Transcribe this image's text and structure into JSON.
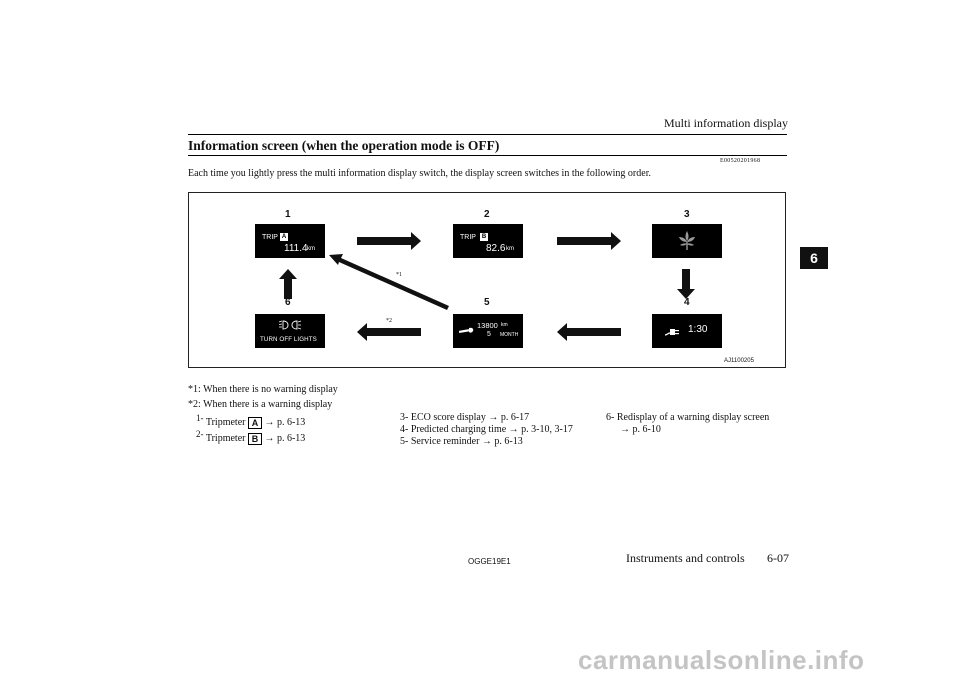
{
  "header": {
    "running_title": "Multi information display"
  },
  "section": {
    "title": "Information screen (when the operation mode is OFF)",
    "ref_code": "E00520201968",
    "intro": "Each time you lightly press the multi information display switch, the display screen switches in the following order."
  },
  "chapter_tab": "6",
  "figure": {
    "code": "AJ1100205",
    "step_numbers": [
      "1",
      "2",
      "3",
      "4",
      "5",
      "6"
    ],
    "arrow_marks": {
      "diagonal": "*1",
      "bottom_left": "*2"
    },
    "screen1": {
      "trip_label": "TRIP",
      "trip_letter": "A",
      "value": "111.4",
      "unit": "km"
    },
    "screen2": {
      "trip_label": "TRIP",
      "trip_letter": "B",
      "value": "82.6",
      "unit": "km"
    },
    "screen3": {
      "icon": "leaf-icon"
    },
    "screen4": {
      "icon": "charging-plug-icon",
      "time": "1:30"
    },
    "screen5": {
      "icon": "wrench-icon",
      "distance": "13800",
      "distance_unit": "km",
      "months": "5",
      "months_unit": "MONTH"
    },
    "screen6": {
      "icon": "headlight-icon",
      "message": "TURN OFF LIGHTS"
    }
  },
  "notes": {
    "n1_mark": "*1",
    "n1_text": ": When there is no warning display",
    "n2_mark": "*2",
    "n2_text": ": When there is a warning display"
  },
  "legend": {
    "item1": {
      "num": "1-",
      "text": "Tripmeter",
      "box": "A",
      "ref": "→ p. 6-13"
    },
    "item2": {
      "num": "2-",
      "text": "Tripmeter",
      "box": "B",
      "ref": "→ p. 6-13"
    },
    "item3": "3- ECO score display → p. 6-17",
    "item4": "4- Predicted charging time → p. 3-10, 3-17",
    "item5": "5- Service reminder → p. 6-13",
    "item6_line1": "6- Redisplay of a warning display screen",
    "item6_line2": "→ p. 6-10"
  },
  "footer": {
    "code": "OGGE19E1",
    "section": "Instruments and controls",
    "page": "6-07"
  },
  "watermark": "carmanualsonline.info"
}
